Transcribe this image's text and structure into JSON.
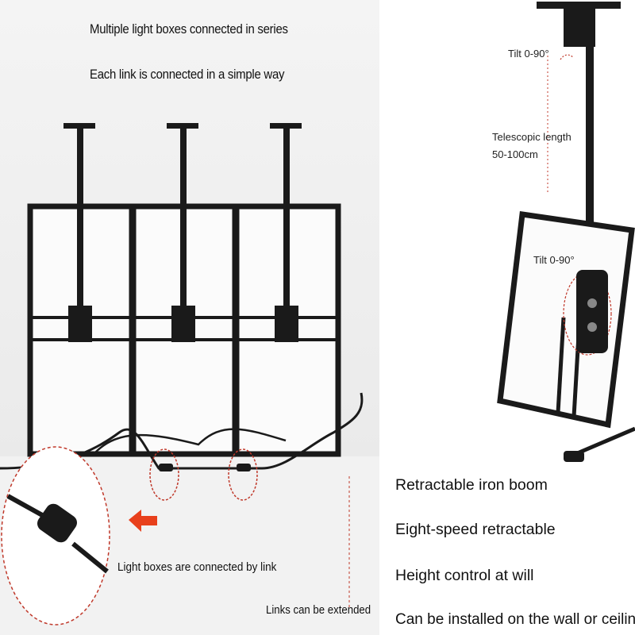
{
  "left_panel": {
    "caption_series": "Multiple light boxes connected in series",
    "caption_link": "Each link is connected in a simple way",
    "caption_connected": "Light boxes are connected by link",
    "caption_extended": "Links can be extended",
    "light_box_count": 3,
    "arrow_color": "#e8401c",
    "highlight_color": "#c0392b"
  },
  "right_panel": {
    "tilt_top": "Tilt 0-90°",
    "telescopic_line1": "Telescopic length",
    "telescopic_line2": "50-100cm",
    "tilt_bottom": "Tilt 0-90°"
  },
  "features": [
    "Retractable iron boom",
    "Eight-speed retractable",
    "Height control at will",
    "Can be installed on the wall or ceiling"
  ]
}
